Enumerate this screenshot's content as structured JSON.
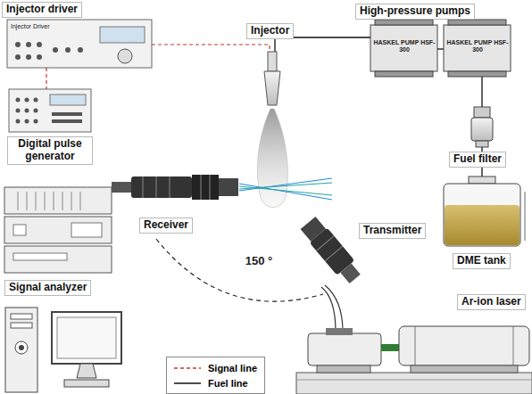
{
  "diagram": {
    "nodes": [
      {
        "text": [
          "Injector driver"
        ]
      },
      {
        "text": [
          "Injector"
        ]
      },
      {
        "text": [
          "High-pressure pumps"
        ]
      },
      {
        "text": [
          "Digital pulse generator"
        ]
      },
      {
        "text": [
          "Fuel filter"
        ]
      },
      {
        "text": [
          "DME tank"
        ]
      },
      {
        "text": [
          "Receiver"
        ]
      },
      {
        "text": [
          "Transmitter"
        ]
      },
      {
        "text": [
          "Signal analyzer"
        ]
      },
      {
        "text": [
          "Ar-ion laser"
        ]
      }
    ],
    "labels": [
      "Injector Driver",
      "HASKEL PUMP HSF-300",
      "HASKEL PUMP HSF-300",
      "150 °"
    ],
    "legend": [
      {
        "text": "Signal line"
      },
      {
        "text": "Fuel line"
      }
    ]
  }
}
